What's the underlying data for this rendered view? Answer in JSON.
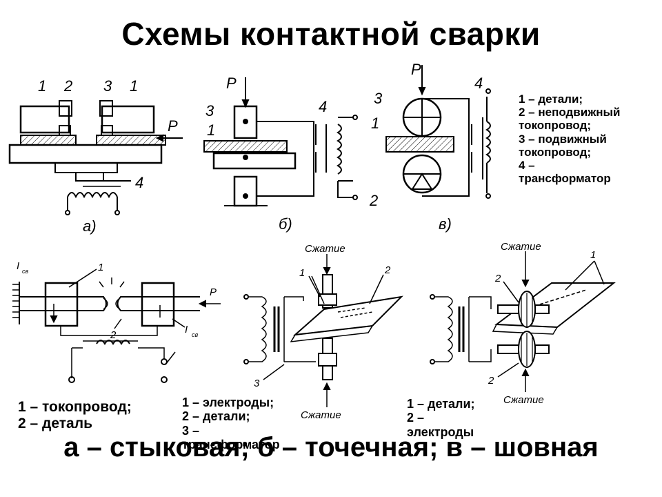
{
  "title": "Схемы контактной сварки",
  "top_legend": [
    "1 – детали;",
    "2 – неподвижный",
    "токопровод;",
    "3 – подвижный",
    "токопровод;",
    "4 –",
    "трансформатор"
  ],
  "legend_a": [
    "1 – токопровод;",
    "2 – деталь"
  ],
  "legend_b": [
    "1 – электроды;",
    "2 – детали;",
    "3 –",
    "трансформатор"
  ],
  "legend_c": [
    "1 – детали;",
    "2 –",
    "электроды"
  ],
  "caption": "а – стыковая; б – точечная; в – шовная",
  "diagram_labels": {
    "d1": [
      "1",
      "2",
      "3",
      "1",
      "P",
      "4",
      "а)"
    ],
    "d2": [
      "P",
      "3",
      "1",
      "4",
      "б)"
    ],
    "d3": [
      "P",
      "3",
      "1",
      "2",
      "4",
      "в)"
    ],
    "d4": [
      "I",
      "св",
      "1",
      "P",
      "2",
      "I",
      "св"
    ],
    "d5": [
      "Сжатие",
      "1",
      "2",
      "3",
      "Сжатие"
    ],
    "d6": [
      "Сжатие",
      "1",
      "2",
      "2",
      "Сжатие"
    ]
  }
}
